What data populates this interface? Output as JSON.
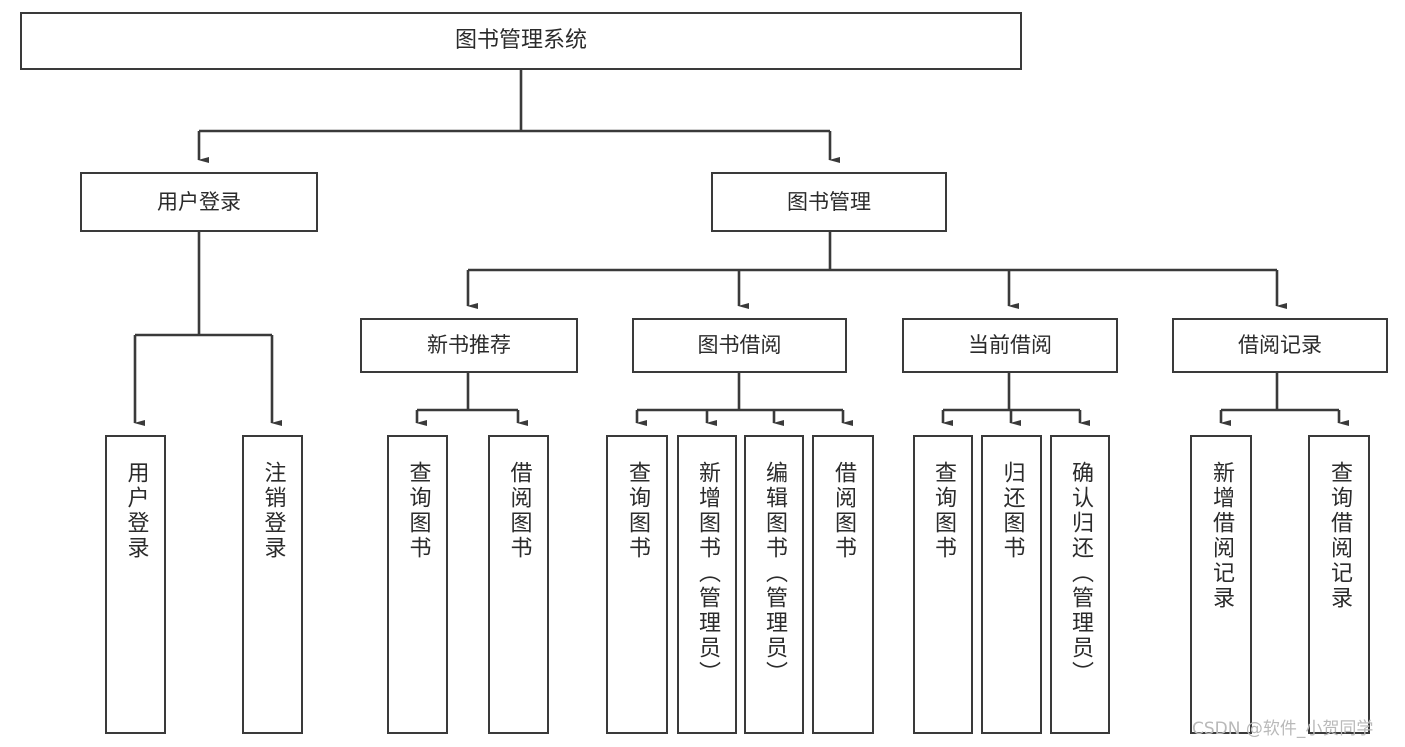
{
  "diagram": {
    "title": "图书管理系统",
    "type": "tree-hierarchy-diagram",
    "colors": {
      "border": "#3a3a3a",
      "text": "#2b2b2b",
      "background": "#ffffff",
      "connector": "#3a3a3a",
      "watermark": "#b9b9b9"
    },
    "root": {
      "label": "图书管理系统"
    },
    "level2": [
      {
        "label": "用户登录"
      },
      {
        "label": "图书管理"
      }
    ],
    "level3": [
      {
        "label": "新书推荐"
      },
      {
        "label": "图书借阅"
      },
      {
        "label": "当前借阅"
      },
      {
        "label": "借阅记录"
      }
    ],
    "leaves": {
      "user_login": [
        {
          "label": "用户登录"
        },
        {
          "label": "注销登录"
        }
      ],
      "new_book_recommend": [
        {
          "label": "查询图书"
        },
        {
          "label": "借阅图书"
        }
      ],
      "book_borrow": [
        {
          "label": "查询图书"
        },
        {
          "label": "新增图书（管理员）"
        },
        {
          "label": "编辑图书（管理员）"
        },
        {
          "label": "借阅图书"
        }
      ],
      "current_borrow": [
        {
          "label": "查询图书"
        },
        {
          "label": "归还图书"
        },
        {
          "label": "确认归还（管理员）"
        }
      ],
      "borrow_record": [
        {
          "label": "新增借阅记录"
        },
        {
          "label": "查询借阅记录"
        }
      ]
    }
  },
  "watermark": {
    "text": "CSDN @软件_小贺同学"
  }
}
